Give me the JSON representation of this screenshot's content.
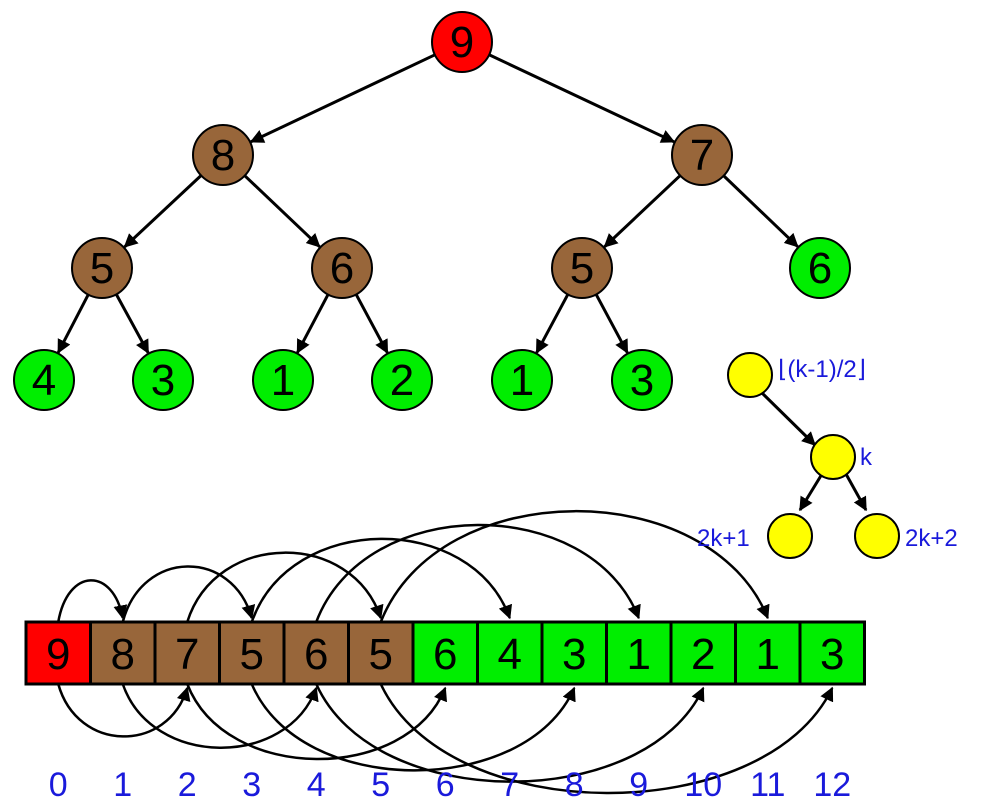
{
  "colors": {
    "root": "#ff0000",
    "internal": "#98663a",
    "leaf": "#00ee00",
    "helper": "#ffff00",
    "index_text": "#1a1adb",
    "stroke": "#000000"
  },
  "heap": {
    "values": [
      "9",
      "8",
      "7",
      "5",
      "6",
      "5",
      "6",
      "4",
      "3",
      "1",
      "2",
      "1",
      "3"
    ],
    "kinds": [
      "root",
      "internal",
      "internal",
      "internal",
      "internal",
      "internal",
      "leaf",
      "leaf",
      "leaf",
      "leaf",
      "leaf",
      "leaf",
      "leaf"
    ]
  },
  "array": {
    "indices": [
      "0",
      "1",
      "2",
      "3",
      "4",
      "5",
      "6",
      "7",
      "8",
      "9",
      "10",
      "11",
      "12"
    ]
  },
  "formula": {
    "parent": "⌊(k-1)/2⌋",
    "node": "k",
    "left_child": "2k+1",
    "right_child": "2k+2"
  }
}
